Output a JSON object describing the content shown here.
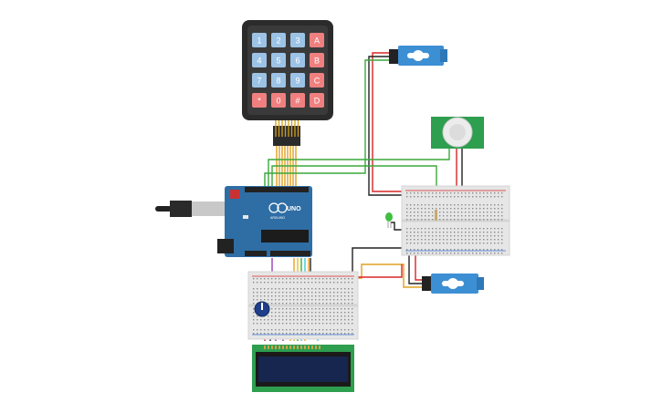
{
  "keypad": {
    "rows": [
      [
        {
          "label": "1",
          "kind": "num"
        },
        {
          "label": "2",
          "kind": "num"
        },
        {
          "label": "3",
          "kind": "num"
        },
        {
          "label": "A",
          "kind": "letter"
        }
      ],
      [
        {
          "label": "4",
          "kind": "num"
        },
        {
          "label": "5",
          "kind": "num"
        },
        {
          "label": "6",
          "kind": "num"
        },
        {
          "label": "B",
          "kind": "letter"
        }
      ],
      [
        {
          "label": "7",
          "kind": "num"
        },
        {
          "label": "8",
          "kind": "num"
        },
        {
          "label": "9",
          "kind": "num"
        },
        {
          "label": "C",
          "kind": "letter"
        }
      ],
      [
        {
          "label": "*",
          "kind": "letter"
        },
        {
          "label": "0",
          "kind": "letter"
        },
        {
          "label": "#",
          "kind": "letter"
        },
        {
          "label": "D",
          "kind": "letter"
        }
      ]
    ]
  },
  "arduino": {
    "model_label": "UNO",
    "brand_label": "ARDUINO"
  },
  "colors": {
    "keypad_frame": "#2b2b2b",
    "key_blue": "#9cc3e6",
    "key_red": "#f08080",
    "arduino_board": "#2f6ea5",
    "breadboard": "#e6e6e6",
    "servo_body": "#3d8fd4",
    "pir_board": "#2e9e4f",
    "lcd_board": "#2e9e4f",
    "lcd_screen": "#17264f",
    "wire_red": "#d92626",
    "wire_black": "#222222",
    "wire_green": "#3aa83a",
    "wire_orange": "#f0a020",
    "wire_purple": "#9b3fb5",
    "wire_cyan": "#3cc7d8",
    "wire_yellow": "#e0c020"
  }
}
